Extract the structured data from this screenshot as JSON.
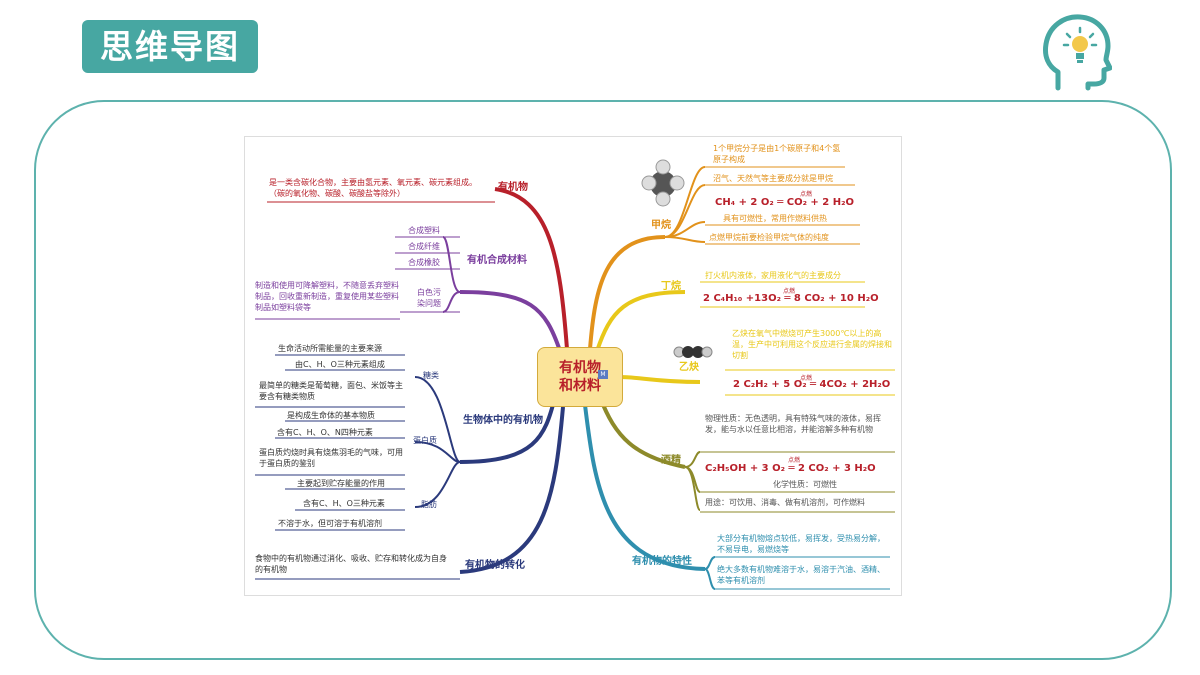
{
  "header": {
    "title": "思维导图"
  },
  "icons": {
    "head": "head-lightbulb-icon"
  },
  "mindmap": {
    "center": "有机物\n和材料",
    "left": {
      "organic": {
        "label": "有机物",
        "desc": "是一类含碳化合物，主要由氢元素、氧元素、碳元素组成。（碳的氧化物、碳酸、碳酸盐等除外）"
      },
      "synthetic": {
        "label": "有机合成材料",
        "items": [
          "合成塑料",
          "合成纤维",
          "合成橡胶"
        ],
        "pollution_label": "白色污染问题",
        "pollution_desc": "制造和使用可降解塑料，不随意丢弃塑料制品，回收重新制造，重复使用某些塑料制品如塑料袋等"
      },
      "bio": {
        "label": "生物体中的有机物",
        "sugar": {
          "label": "糖类",
          "items": [
            "生命活动所需能量的主要来源",
            "由C、H、O三种元素组成",
            "最简单的糖类是葡萄糖，面包、米饭等主要含有糖类物质"
          ]
        },
        "protein": {
          "label": "蛋白质",
          "items": [
            "是构成生命体的基本物质",
            "含有C、H、O、N四种元素",
            "蛋白质灼烧时具有烧焦羽毛的气味，可用于蛋白质的鉴别"
          ]
        },
        "fat": {
          "label": "脂肪",
          "items": [
            "主要起到贮存能量的作用",
            "含有C、H、O三种元素",
            "不溶于水，但可溶于有机溶剂"
          ]
        }
      },
      "transform": {
        "label": "有机物的转化",
        "desc": "食物中的有机物通过消化、吸收、贮存和转化成为自身的有机物"
      }
    },
    "right": {
      "methane": {
        "label": "甲烷",
        "items": [
          "1个甲烷分子是由1个碳原子和4个氢原子构成",
          "沼气、天然气等主要成分就是甲烷",
          "具有可燃性，常用作燃料供热",
          "点燃甲烷前要检验甲烷气体的纯度"
        ],
        "equation": "CH₄ + 2 O₂ ═ CO₂ + 2 H₂O",
        "condition": "点燃"
      },
      "butane": {
        "label": "丁烷",
        "items": [
          "打火机内液体，家用液化气的主要成分"
        ],
        "equation": "2 C₄H₁₀ +13O₂ ═ 8 CO₂ + 10 H₂O",
        "condition": "点燃"
      },
      "acetylene": {
        "label": "乙炔",
        "items": [
          "乙炔在氧气中燃烧可产生3000℃以上的高温，生产中可利用这个反应进行金属的焊接和切割"
        ],
        "equation": "2 C₂H₂ + 5 O₂ ═ 4CO₂ + 2H₂O",
        "condition": "点燃"
      },
      "alcohol": {
        "label": "酒精",
        "items": [
          "物理性质：无色透明，具有特殊气味的液体，易挥发，能与水以任意比相溶，并能溶解多种有机物",
          "化学性质：可燃性",
          "用途：可饮用、消毒、做有机溶剂，可作燃料"
        ],
        "equation": "C₂H₅OH + 3 O₂ ═ 2 CO₂ + 3 H₂O",
        "condition": "点燃"
      },
      "properties": {
        "label": "有机物的特性",
        "items": [
          "大部分有机物熔点较低，易挥发，受热易分解，不易导电，易燃烧等",
          "绝大多数有机物难溶于水，易溶于汽油、酒精、苯等有机溶剂"
        ]
      }
    }
  },
  "colors": {
    "teal": "#47a7a2",
    "red_branch": "#b8202a",
    "purple_branch": "#7b3f9e",
    "navy_branch": "#2b3a7c",
    "orange_branch": "#e2921b",
    "yellow_branch": "#e8c81a",
    "olive_branch": "#8d8a2a",
    "cyan_branch": "#2f8fae"
  }
}
